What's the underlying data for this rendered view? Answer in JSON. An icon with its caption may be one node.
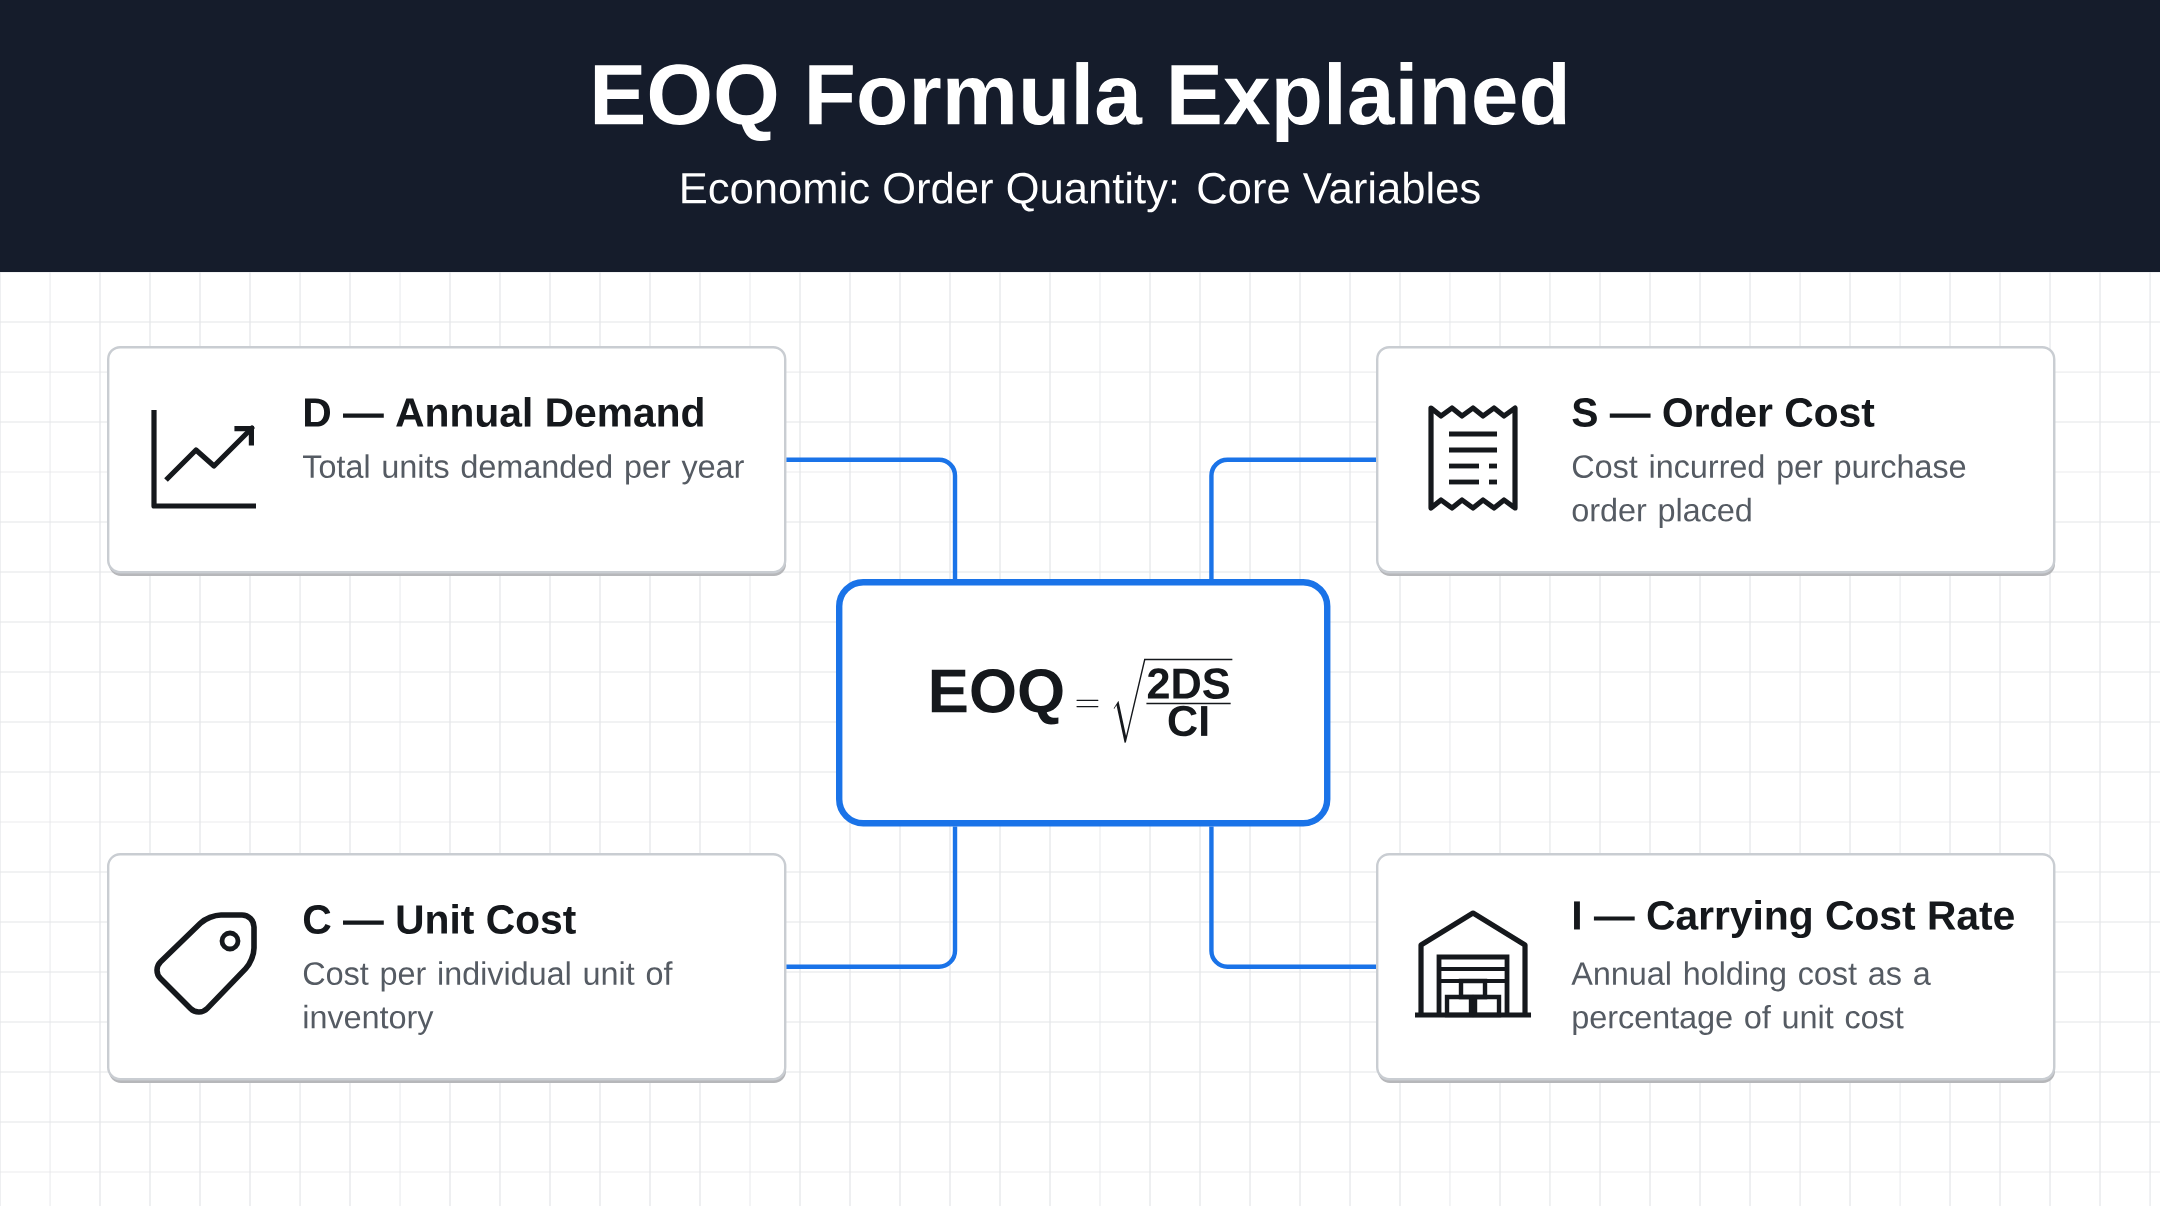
{
  "diagram": {
    "title": "EOQ Formula Explained",
    "caption": "Economic Order Quantity: Core Variables",
    "nodes": [
      {
        "text": [
          "D — Annual Demand",
          "Total units demanded per year"
        ]
      },
      {
        "text": [
          "S — Order Cost",
          "Cost incurred per purchase order placed"
        ]
      },
      {
        "text": [
          "\\mathbf{EOQ} = \\sqrt{\\frac{\\mathbf{2DS}}{\\mathbf{CI}}}"
        ]
      },
      {
        "text": [
          "C — Unit Cost",
          "Cost per individual unit of inventory"
        ]
      },
      {
        "text": [
          "I — Carrying Cost Rate",
          "Annual holding cost as a percentage of unit cost"
        ]
      }
    ],
    "edges": [
      {
        "from": 0,
        "to": 2,
        "arrow": "none"
      },
      {
        "from": 1,
        "to": 2,
        "arrow": "none"
      },
      {
        "from": 3,
        "to": 2,
        "arrow": "none"
      },
      {
        "from": 4,
        "to": 2,
        "arrow": "none"
      }
    ]
  }
}
